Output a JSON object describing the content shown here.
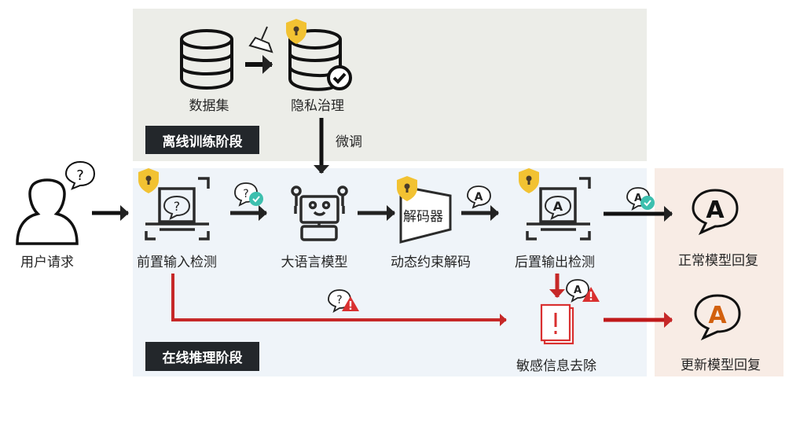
{
  "offline": {
    "stage_label": "离线训练阶段",
    "dataset": "数据集",
    "privacy_governance": "隐私治理",
    "finetune": "微调"
  },
  "online": {
    "stage_label": "在线推理阶段",
    "user_request": "用户请求",
    "input_detection": "前置输入检测",
    "llm": "大语言模型",
    "decoder": "解码器",
    "constrained_decoding": "动态约束解码",
    "output_detection": "后置输出检测",
    "sensitive_removal": "敏感信息去除"
  },
  "outputs": {
    "normal_reply": "正常模型回复",
    "updated_reply": "更新模型回复"
  },
  "colors": {
    "offline_bg": "#ecede8",
    "online_bg": "#eff4f9",
    "output_bg": "#f8ece5",
    "red": "#c62828",
    "shield": "#f2c232",
    "check": "#3dbfae",
    "orange": "#d2600e"
  }
}
